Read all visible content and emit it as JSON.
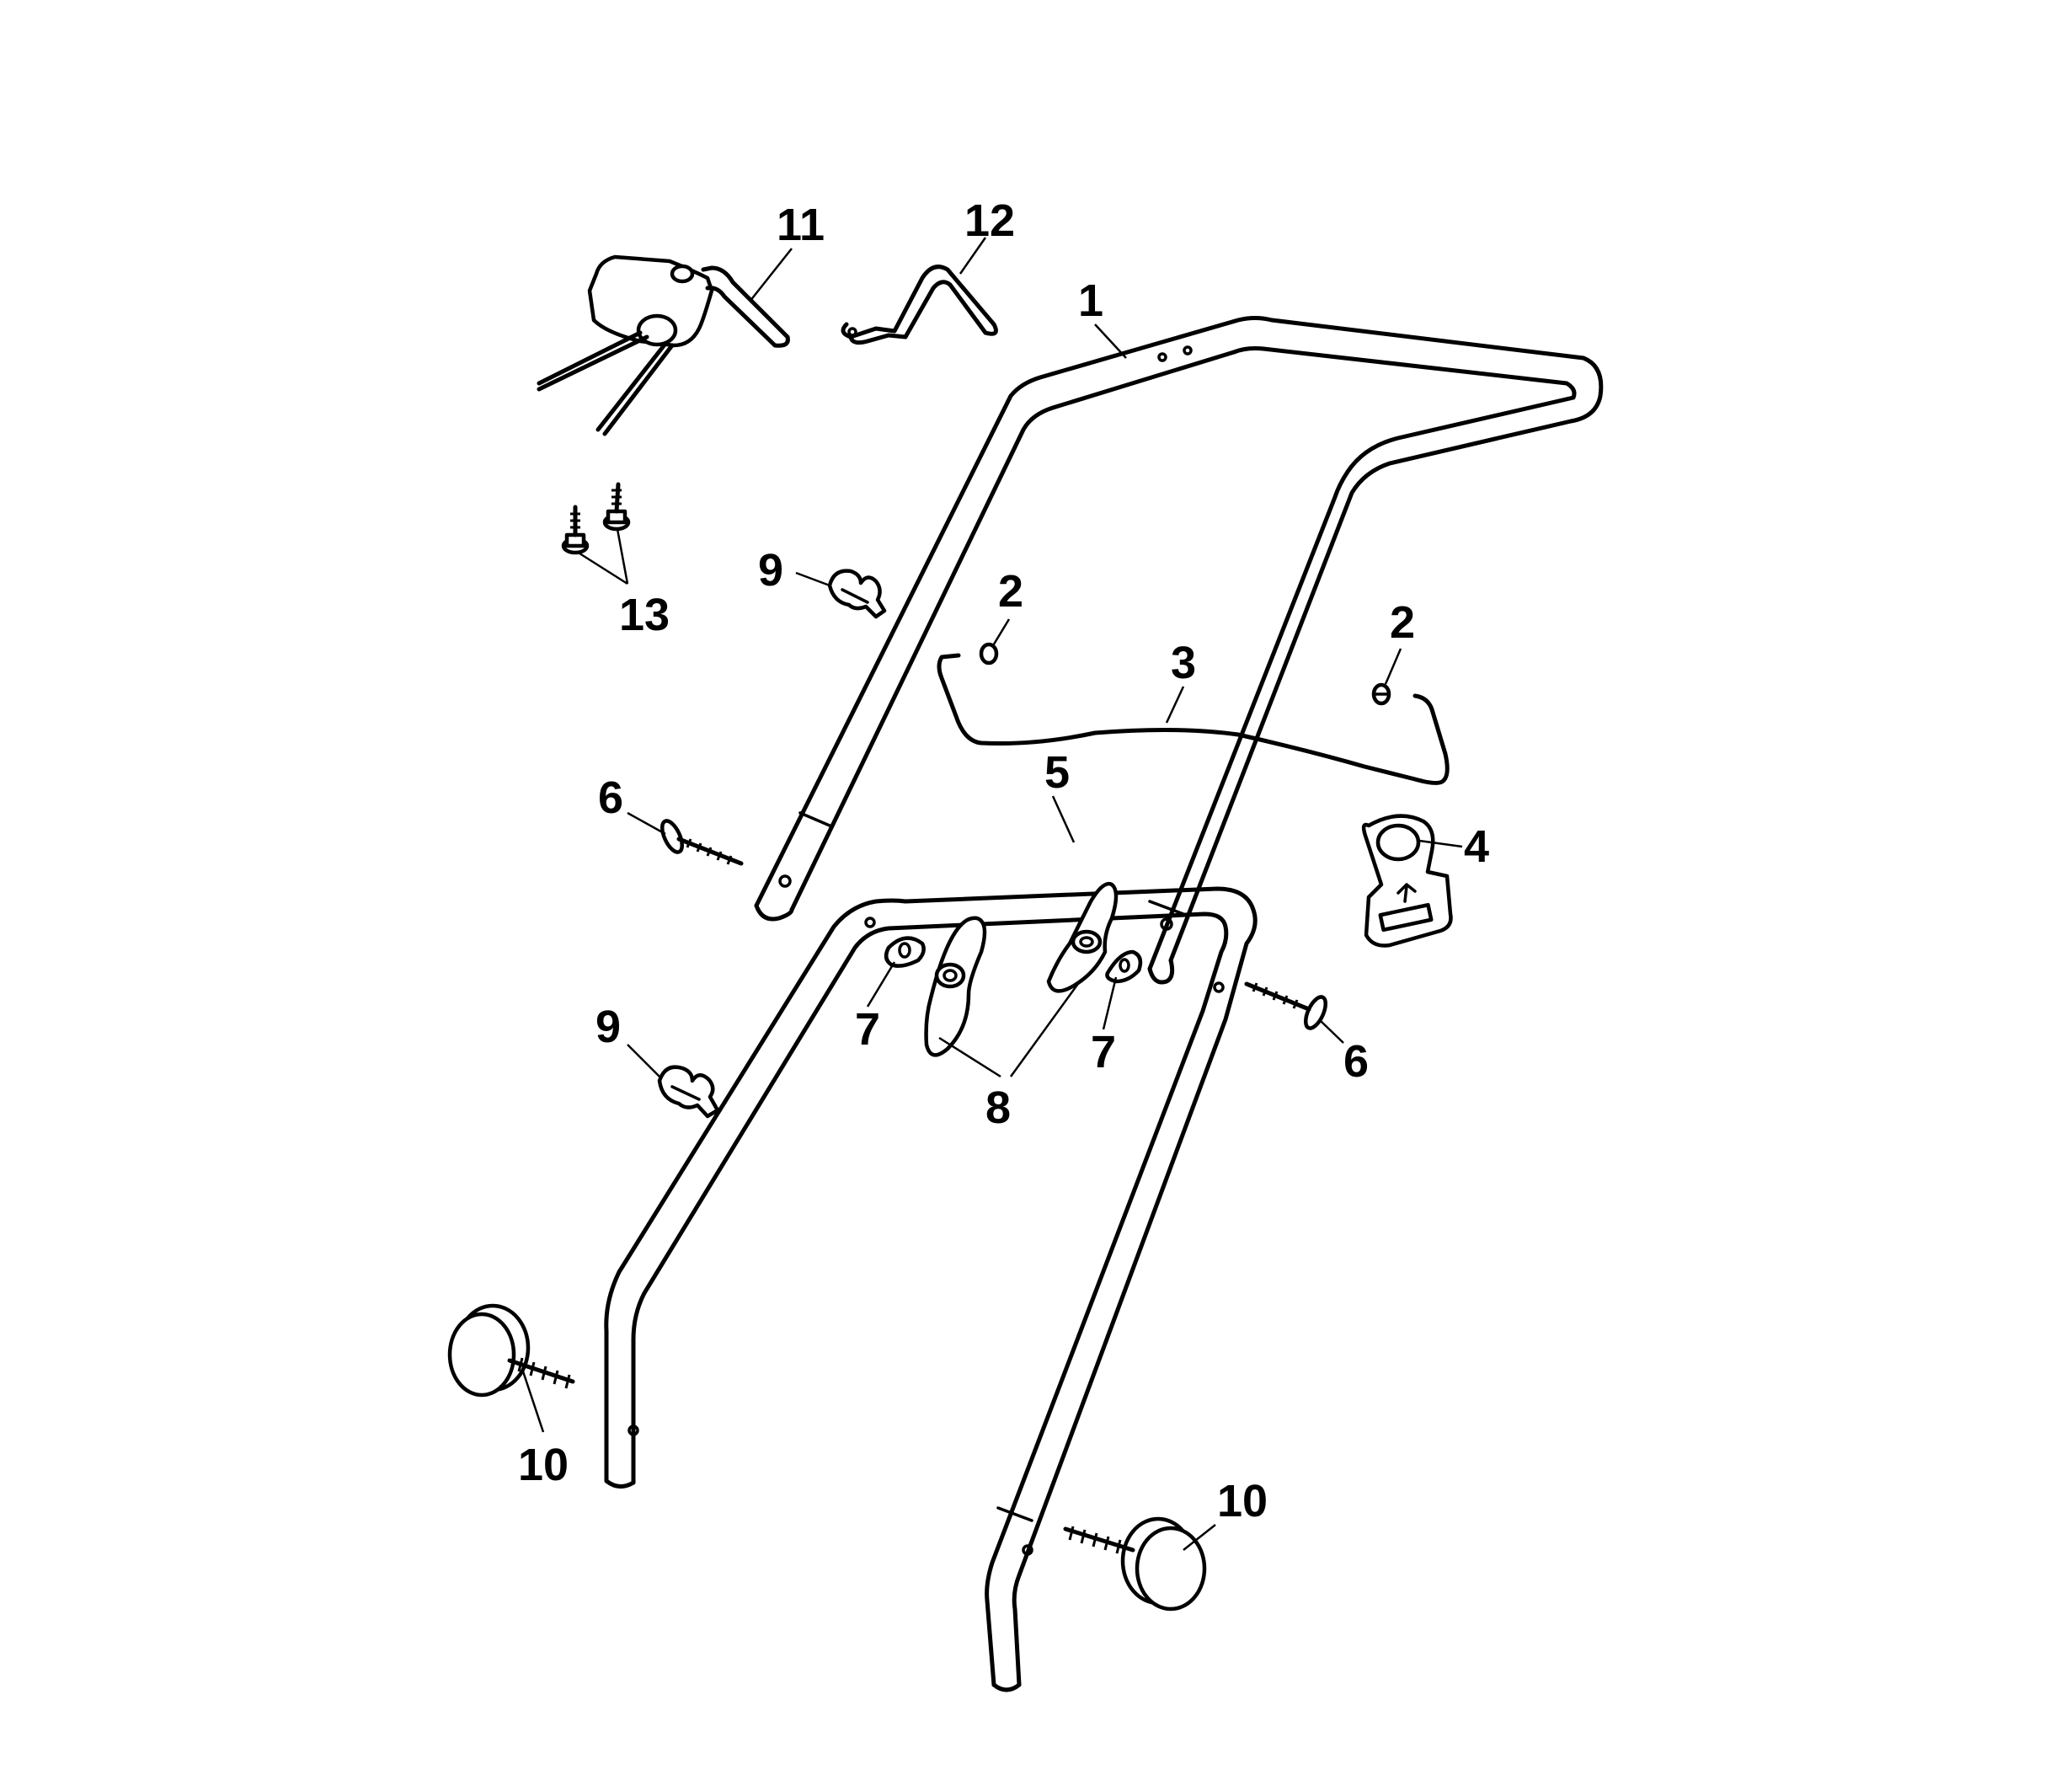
{
  "callouts": {
    "c1": "1",
    "c2a": "2",
    "c2b": "2",
    "c3": "3",
    "c4": "4",
    "c5": "5",
    "c6a": "6",
    "c6b": "6",
    "c7a": "7",
    "c7b": "7",
    "c8": "8",
    "c9a": "9",
    "c9b": "9",
    "c10a": "10",
    "c10b": "10",
    "c11": "11",
    "c12": "12",
    "c13": "13"
  }
}
